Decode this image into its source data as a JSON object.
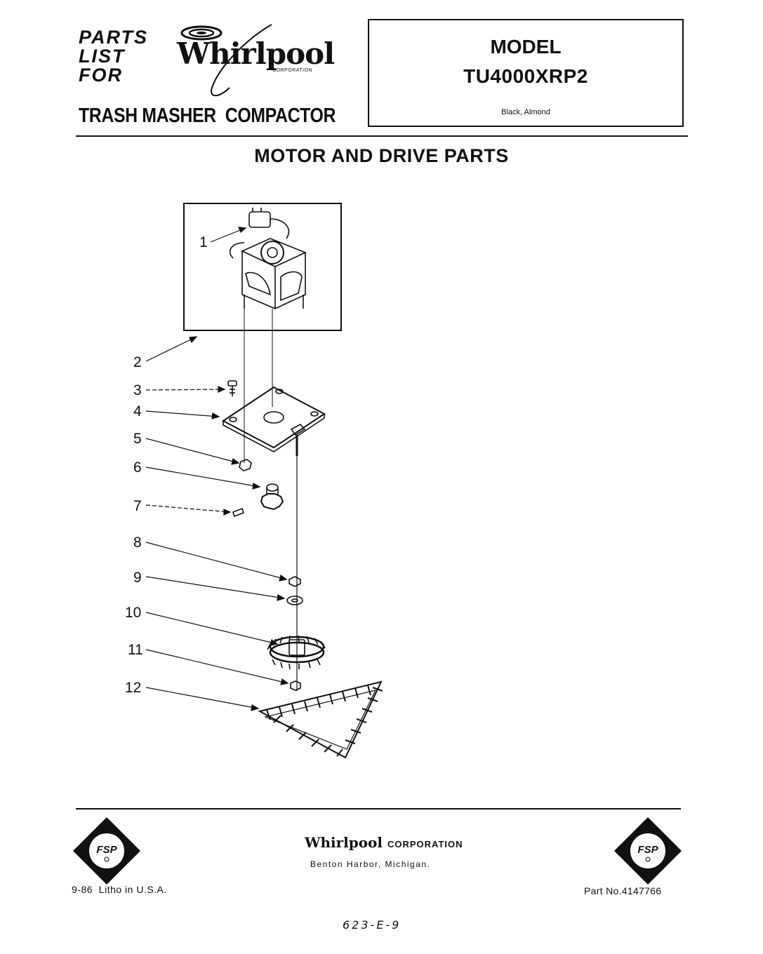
{
  "header": {
    "parts_line1": "PARTS",
    "parts_line2": "LIST",
    "parts_line3": "FOR",
    "brand": "Whirlpool",
    "brand_corp": "CORPORATION",
    "product": "TRASH MASHER  COMPACTOR",
    "model_label": "MODEL",
    "model_number": "TU4000XRP2",
    "colors": "Black, Almond"
  },
  "section_title": "MOTOR AND DRIVE PARTS",
  "diagram": {
    "callouts": [
      "1",
      "2",
      "3",
      "4",
      "5",
      "6",
      "7",
      "8",
      "9",
      "10",
      "11",
      "12"
    ]
  },
  "footer": {
    "corp_name": "Whirlpool",
    "corp_suffix": "CORPORATION",
    "corp_city": "Benton Harbor, Michigan.",
    "logo_text": "FSP",
    "print_info": "9-86  Litho in U.S.A.",
    "part_number": "Part No.4147766",
    "handwritten_code": "623-E-9"
  }
}
